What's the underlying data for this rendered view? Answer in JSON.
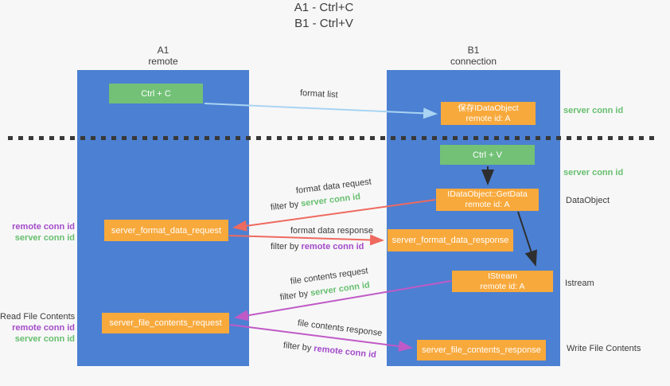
{
  "title": {
    "line1": "A1 - Ctrl+C",
    "line2": "B1 - Ctrl+V"
  },
  "left_column": {
    "header1": "A1",
    "header2": "remote"
  },
  "right_column": {
    "header1": "B1",
    "header2": "connection"
  },
  "boxes": {
    "ctrl_c": "Ctrl + C",
    "ctrl_v": "Ctrl + V",
    "save_dataobject": {
      "line1": "保存IDataObject",
      "line2": "remote id: A"
    },
    "getdata": {
      "line1": "IDataObject::GetData",
      "line2": "remote id: A"
    },
    "istream": {
      "line1": "IStream",
      "line2": "remote id: A"
    },
    "server_format_data_request": "server_format_data_request",
    "server_format_data_response": "server_format_data_response",
    "server_file_contents_request": "server_file_contents_request",
    "server_file_contents_response": "server_file_contents_response"
  },
  "arrow_labels": {
    "format_list": "format list",
    "format_data_request": "format data request",
    "format_data_response": "format data response",
    "file_contents_request": "file contents request",
    "file_contents_response": "file contents response",
    "filter_by": "filter by",
    "server_conn_id": "server conn id",
    "remote_conn_id": "remote conn id"
  },
  "side_labels": {
    "server_conn_id_top": "server conn id",
    "server_conn_id_mid": "server conn id",
    "dataobject": "DataObject",
    "istream": "Istream",
    "write_file_contents": "Write File Contents",
    "read_file_contents": "Read File Contents",
    "remote_conn_id_top": "remote conn id",
    "server_conn_id_left_top": "server conn id",
    "remote_conn_id_bottom": "remote conn id",
    "server_conn_id_left_bottom": "server conn id"
  },
  "colors": {
    "background": "#f7f7f8",
    "column_blue": "#4c80d2",
    "box_green": "#72c177",
    "box_orange": "#f8a93c",
    "text_dark": "#3b3b3b",
    "text_green": "#67bf6e",
    "text_purple": "#a44bc9",
    "arrow_red": "#ee6a5f",
    "arrow_magenta": "#c05ac6",
    "arrow_light_blue": "#a9d4f2",
    "arrow_black": "#2e2e2e"
  }
}
